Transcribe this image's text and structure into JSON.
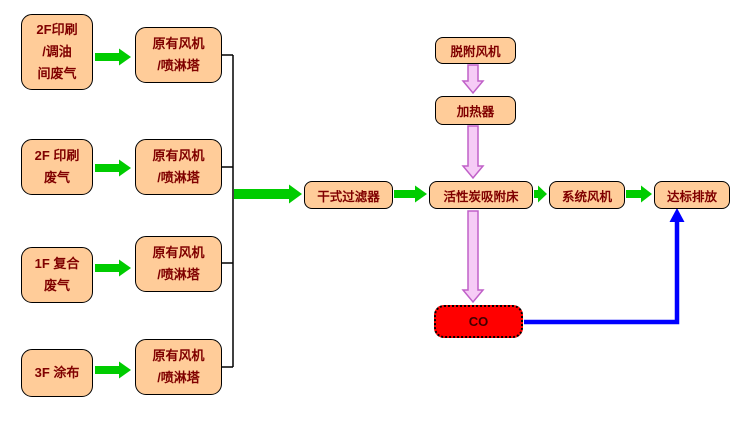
{
  "nodes": {
    "source1": {
      "lines": [
        "2F印刷",
        "/调油",
        "间废气"
      ]
    },
    "source2": {
      "lines": [
        "2F 印刷",
        "废气"
      ]
    },
    "source3": {
      "lines": [
        "1F 复合",
        "废气"
      ]
    },
    "source4": {
      "lines": [
        "3F 涂布"
      ]
    },
    "fan1": {
      "lines": [
        "原有风机",
        "/喷淋塔"
      ]
    },
    "fan2": {
      "lines": [
        "原有风机",
        "/喷淋塔"
      ]
    },
    "fan3": {
      "lines": [
        "原有风机",
        "/喷淋塔"
      ]
    },
    "fan4": {
      "lines": [
        "原有风机",
        "/喷淋塔"
      ]
    },
    "dry_filter": {
      "label": "干式过滤器"
    },
    "carbon_bed": {
      "label": "活性炭吸附床"
    },
    "system_fan": {
      "label": "系统风机"
    },
    "discharge": {
      "label": "达标排放"
    },
    "desorption_fan": {
      "label": "脱附风机"
    },
    "heater": {
      "label": "加热器"
    },
    "co_box": {
      "label": "CO"
    }
  },
  "colors": {
    "node_fill": "#FFCC99",
    "node_border": "#000000",
    "node_text": "#800000",
    "flow_arrow": "#00CC00",
    "regen_arrow_fill": "#F6CCF6",
    "regen_arrow_border": "#C060C8",
    "co_fill": "#FF0000",
    "co_return_line": "#0000FF",
    "connector_line": "#000000"
  }
}
